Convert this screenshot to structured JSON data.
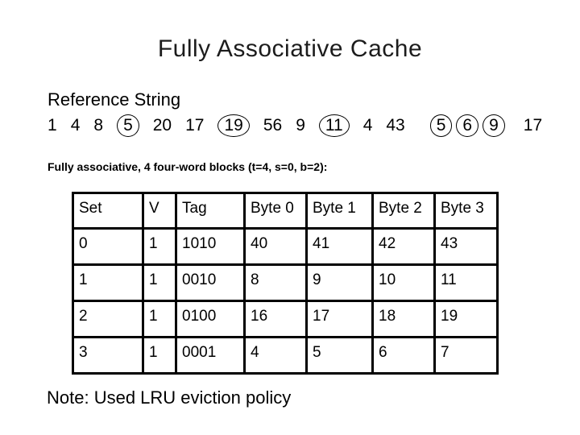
{
  "slide": {
    "title": "Fully Associative Cache",
    "reference_string": {
      "label": "Reference String",
      "sequence": [
        {
          "value": "1",
          "circled": false
        },
        {
          "value": "4",
          "circled": false
        },
        {
          "value": "8",
          "circled": false
        },
        {
          "value": "5",
          "circled": true
        },
        {
          "value": "20",
          "circled": false
        },
        {
          "value": "17",
          "circled": false
        },
        {
          "value": "19",
          "circled": true
        },
        {
          "value": "56",
          "circled": false
        },
        {
          "value": "9",
          "circled": false
        },
        {
          "value": "11",
          "circled": true
        },
        {
          "value": "4",
          "circled": false
        },
        {
          "value": "43",
          "circled": false
        },
        {
          "value": "5",
          "circled": true
        },
        {
          "value": "6",
          "circled": true
        },
        {
          "value": "9",
          "circled": true
        },
        {
          "value": "17",
          "circled": false
        }
      ]
    },
    "config_caption": "Fully associative, 4 four-word blocks (t=4, s=0, b=2):",
    "cache_table": {
      "columns": [
        "Set",
        "V",
        "Tag",
        "Byte 0",
        "Byte 1",
        "Byte 2",
        "Byte 3"
      ],
      "rows": [
        [
          "0",
          "1",
          "1010",
          "40",
          "41",
          "42",
          "43"
        ],
        [
          "1",
          "1",
          "0010",
          "8",
          "9",
          "10",
          "11"
        ],
        [
          "2",
          "1",
          "0100",
          "16",
          "17",
          "18",
          "19"
        ],
        [
          "3",
          "1",
          "0001",
          "4",
          "5",
          "6",
          "7"
        ]
      ]
    },
    "note": "Note: Used LRU eviction policy",
    "colors": {
      "background": "#ffffff",
      "text": "#000000",
      "table_border": "#000000",
      "circle_stroke": "#000000"
    }
  }
}
